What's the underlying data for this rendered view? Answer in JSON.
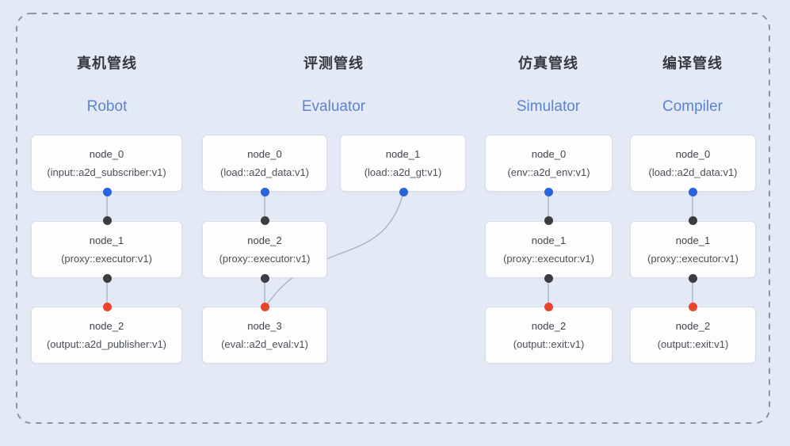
{
  "diagram": {
    "background_color": "#e4e9f6",
    "boundary_color": "#8f939b",
    "colors": {
      "accent_blue_text": "#5b83d0",
      "cn_title_text": "#34383f",
      "node_text": "#3f444b",
      "box_border": "#d9dde4",
      "box_fill": "#fdfdfe",
      "edge": "#a2abba",
      "port_blue": "#2a63dd",
      "port_dark": "#3b3d40",
      "port_red": "#e8452c"
    },
    "pipelines": [
      {
        "cn_title": "真机管线",
        "en_title": "Robot",
        "nodes": [
          {
            "title": "node_0",
            "subtitle": "(input::a2d_subscriber:v1)"
          },
          {
            "title": "node_1",
            "subtitle": "(proxy::executor:v1)"
          },
          {
            "title": "node_2",
            "subtitle": "(output::a2d_publisher:v1)"
          }
        ]
      },
      {
        "cn_title": "评测管线",
        "en_title": "Evaluator",
        "nodes": [
          {
            "title": "node_0",
            "subtitle": "(load::a2d_data:v1)"
          },
          {
            "title": "node_1",
            "subtitle": "(load::a2d_gt:v1)"
          },
          {
            "title": "node_2",
            "subtitle": "(proxy::executor:v1)"
          },
          {
            "title": "node_3",
            "subtitle": "(eval::a2d_eval:v1)"
          }
        ]
      },
      {
        "cn_title": "仿真管线",
        "en_title": "Simulator",
        "nodes": [
          {
            "title": "node_0",
            "subtitle": "(env::a2d_env:v1)"
          },
          {
            "title": "node_1",
            "subtitle": "(proxy::executor:v1)"
          },
          {
            "title": "node_2",
            "subtitle": "(output::exit:v1)"
          }
        ]
      },
      {
        "cn_title": "编译管线",
        "en_title": "Compiler",
        "nodes": [
          {
            "title": "node_0",
            "subtitle": "(load::a2d_data:v1)"
          },
          {
            "title": "node_1",
            "subtitle": "(proxy::executor:v1)"
          },
          {
            "title": "node_2",
            "subtitle": "(output::exit:v1)"
          }
        ]
      }
    ]
  }
}
